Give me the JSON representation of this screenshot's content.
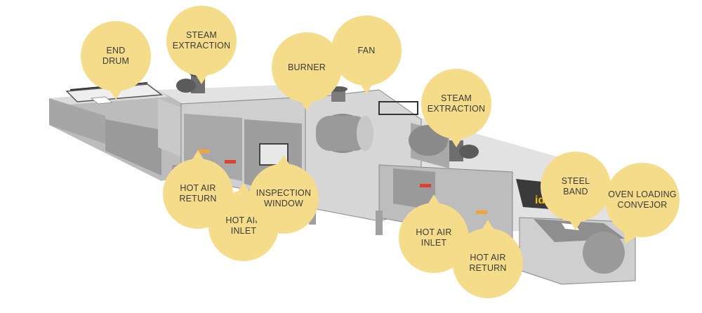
{
  "callouts": [
    {
      "id": "end-drum",
      "label": "END\nDRUM"
    },
    {
      "id": "steam-extraction-left",
      "label": "STEAM\nEXTRACTION"
    },
    {
      "id": "burner",
      "label": "BURNER"
    },
    {
      "id": "fan",
      "label": "FAN"
    },
    {
      "id": "steam-extraction-right",
      "label": "STEAM\nEXTRACTION"
    },
    {
      "id": "hot-air-return-left",
      "label": "HOT AIR\nRETURN"
    },
    {
      "id": "hot-air-inlet-left",
      "label": "HOT AIR\nINLET"
    },
    {
      "id": "inspection-window",
      "label": "INSPECTION\nWINDOW"
    },
    {
      "id": "hot-air-inlet-right",
      "label": "HOT AIR\nINLET"
    },
    {
      "id": "hot-air-return-right",
      "label": "HOT AIR\nRETURN"
    },
    {
      "id": "steel-band",
      "label": "STEEL\nBAND"
    },
    {
      "id": "oven-loading-conveyor",
      "label": "OVEN LOADING\nCONVEJOR"
    }
  ],
  "colors": {
    "callout": "#f5dc8a",
    "machine_light": "#d9d9d9",
    "machine_mid": "#b5b5b5",
    "machine_dark": "#8a8a8a"
  },
  "logo_text": "idi"
}
